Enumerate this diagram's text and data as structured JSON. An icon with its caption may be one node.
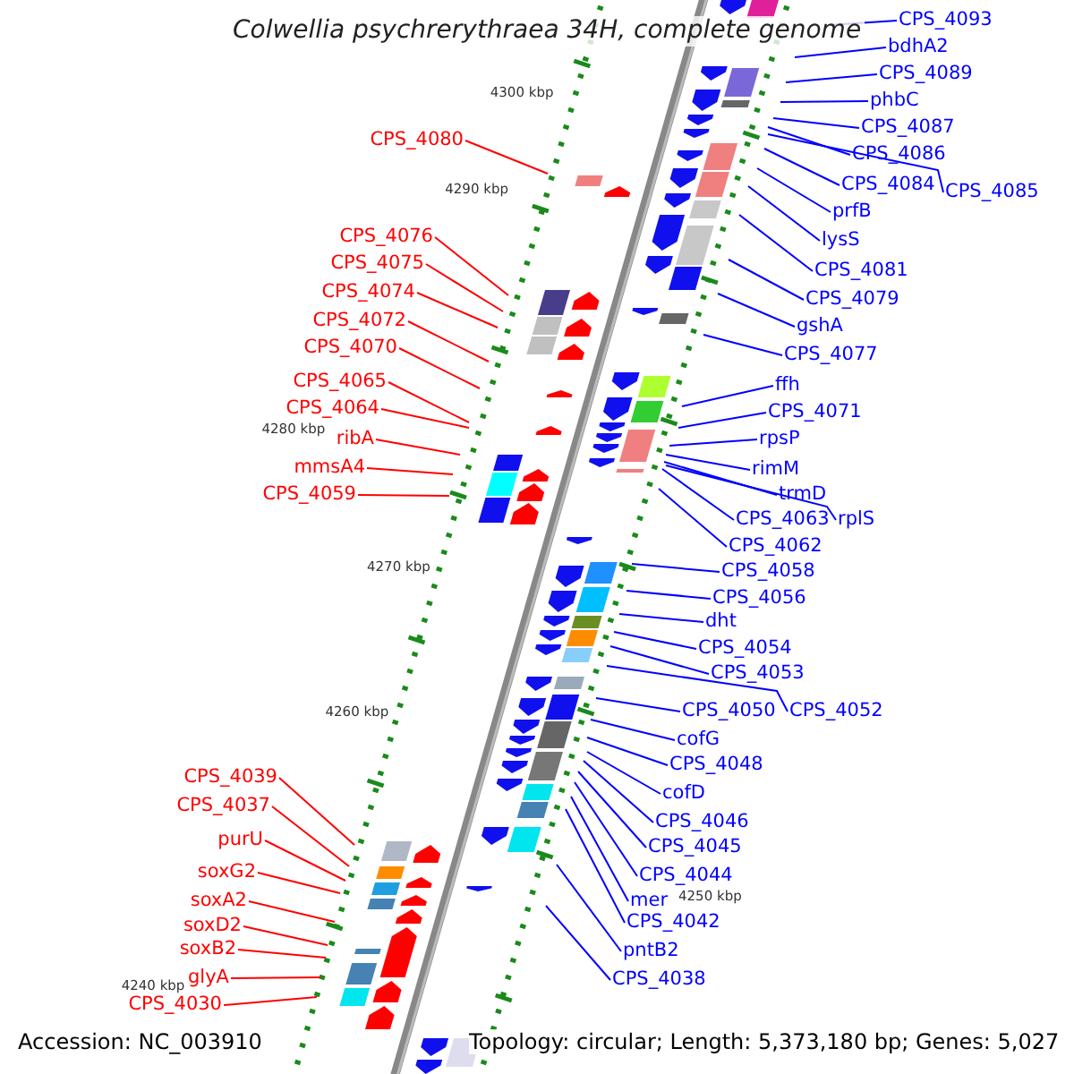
{
  "diagram": {
    "title": "Colwellia psychrerythraea 34H, complete genome",
    "nodes": [
      {
        "text": [
          "CPS_4080"
        ]
      },
      {
        "text": [
          "CPS_4076"
        ]
      },
      {
        "text": [
          "CPS_4075"
        ]
      },
      {
        "text": [
          "CPS_4074"
        ]
      },
      {
        "text": [
          "CPS_4072"
        ]
      },
      {
        "text": [
          "CPS_4070"
        ]
      },
      {
        "text": [
          "CPS_4065"
        ]
      },
      {
        "text": [
          "CPS_4064"
        ]
      },
      {
        "text": [
          "ribA"
        ]
      },
      {
        "text": [
          "mmsA4"
        ]
      },
      {
        "text": [
          "CPS_4059"
        ]
      },
      {
        "text": [
          "CPS_4039"
        ]
      },
      {
        "text": [
          "CPS_4037"
        ]
      },
      {
        "text": [
          "purU"
        ]
      },
      {
        "text": [
          "soxG2"
        ]
      },
      {
        "text": [
          "soxA2"
        ]
      },
      {
        "text": [
          "soxD2"
        ]
      },
      {
        "text": [
          "soxB2"
        ]
      },
      {
        "text": [
          "glyA"
        ]
      },
      {
        "text": [
          "CPS_4030"
        ]
      },
      {
        "text": [
          "CPS_4093"
        ]
      },
      {
        "text": [
          "bdhA2"
        ]
      },
      {
        "text": [
          "CPS_4089"
        ]
      },
      {
        "text": [
          "phbC"
        ]
      },
      {
        "text": [
          "CPS_4087"
        ]
      },
      {
        "text": [
          "CPS_4086"
        ]
      },
      {
        "text": [
          "CPS_4084"
        ]
      },
      {
        "text": [
          "CPS_4085"
        ]
      },
      {
        "text": [
          "prfB"
        ]
      },
      {
        "text": [
          "lysS"
        ]
      },
      {
        "text": [
          "CPS_4081"
        ]
      },
      {
        "text": [
          "CPS_4079"
        ]
      },
      {
        "text": [
          "gshA"
        ]
      },
      {
        "text": [
          "CPS_4077"
        ]
      },
      {
        "text": [
          "ffh"
        ]
      },
      {
        "text": [
          "CPS_4071"
        ]
      },
      {
        "text": [
          "rpsP"
        ]
      },
      {
        "text": [
          "rimM"
        ]
      },
      {
        "text": [
          "trmD"
        ]
      },
      {
        "text": [
          "CPS_4063"
        ]
      },
      {
        "text": [
          "rplS"
        ]
      },
      {
        "text": [
          "CPS_4062"
        ]
      },
      {
        "text": [
          "CPS_4058"
        ]
      },
      {
        "text": [
          "CPS_4056"
        ]
      },
      {
        "text": [
          "dht"
        ]
      },
      {
        "text": [
          "CPS_4054"
        ]
      },
      {
        "text": [
          "CPS_4053"
        ]
      },
      {
        "text": [
          "CPS_4050"
        ]
      },
      {
        "text": [
          "CPS_4052"
        ]
      },
      {
        "text": [
          "cofG"
        ]
      },
      {
        "text": [
          "CPS_4048"
        ]
      },
      {
        "text": [
          "cofD"
        ]
      },
      {
        "text": [
          "CPS_4046"
        ]
      },
      {
        "text": [
          "CPS_4045"
        ]
      },
      {
        "text": [
          "CPS_4044"
        ]
      },
      {
        "text": [
          "mer"
        ]
      },
      {
        "text": [
          "CPS_4042"
        ]
      },
      {
        "text": [
          "pntB2"
        ]
      },
      {
        "text": [
          "CPS_4038"
        ]
      }
    ],
    "edges": [
      {
        "from": 0,
        "to": null,
        "arrow": "none",
        "color": "#ff0000"
      },
      {
        "from": 1,
        "to": null,
        "arrow": "none",
        "color": "#ff0000"
      },
      {
        "from": 2,
        "to": null,
        "arrow": "none",
        "color": "#ff0000"
      },
      {
        "from": 3,
        "to": null,
        "arrow": "none",
        "color": "#ff0000"
      },
      {
        "from": 4,
        "to": null,
        "arrow": "none",
        "color": "#ff0000"
      },
      {
        "from": 5,
        "to": null,
        "arrow": "none",
        "color": "#ff0000"
      },
      {
        "from": 6,
        "to": null,
        "arrow": "none",
        "color": "#ff0000"
      },
      {
        "from": 7,
        "to": null,
        "arrow": "none",
        "color": "#ff0000"
      },
      {
        "from": 8,
        "to": null,
        "arrow": "none",
        "color": "#ff0000"
      },
      {
        "from": 9,
        "to": null,
        "arrow": "none",
        "color": "#ff0000"
      },
      {
        "from": 10,
        "to": null,
        "arrow": "none",
        "color": "#ff0000"
      },
      {
        "from": 11,
        "to": null,
        "arrow": "none",
        "color": "#ff0000"
      },
      {
        "from": 12,
        "to": null,
        "arrow": "none",
        "color": "#ff0000"
      },
      {
        "from": 13,
        "to": null,
        "arrow": "none",
        "color": "#ff0000"
      },
      {
        "from": 14,
        "to": null,
        "arrow": "none",
        "color": "#ff0000"
      },
      {
        "from": 15,
        "to": null,
        "arrow": "none",
        "color": "#ff0000"
      },
      {
        "from": 16,
        "to": null,
        "arrow": "none",
        "color": "#ff0000"
      },
      {
        "from": 17,
        "to": null,
        "arrow": "none",
        "color": "#ff0000"
      },
      {
        "from": 18,
        "to": null,
        "arrow": "none",
        "color": "#ff0000"
      },
      {
        "from": 19,
        "to": null,
        "arrow": "none",
        "color": "#ff0000"
      },
      {
        "from": 20,
        "to": null,
        "arrow": "none"
      },
      {
        "from": 21,
        "to": null,
        "arrow": "none"
      },
      {
        "from": 22,
        "to": null,
        "arrow": "none"
      },
      {
        "from": 23,
        "to": null,
        "arrow": "none"
      },
      {
        "from": 24,
        "to": null,
        "arrow": "none"
      },
      {
        "from": 25,
        "to": null,
        "arrow": "none"
      },
      {
        "from": 26,
        "to": null,
        "arrow": "none"
      },
      {
        "from": 27,
        "to": null,
        "arrow": "none"
      },
      {
        "from": 28,
        "to": null,
        "arrow": "none"
      },
      {
        "from": 29,
        "to": null,
        "arrow": "none"
      },
      {
        "from": 30,
        "to": null,
        "arrow": "none"
      },
      {
        "from": 31,
        "to": null,
        "arrow": "none"
      },
      {
        "from": 32,
        "to": null,
        "arrow": "none"
      },
      {
        "from": 33,
        "to": null,
        "arrow": "none"
      },
      {
        "from": 34,
        "to": null,
        "arrow": "none"
      },
      {
        "from": 35,
        "to": null,
        "arrow": "none"
      },
      {
        "from": 36,
        "to": null,
        "arrow": "none"
      },
      {
        "from": 37,
        "to": null,
        "arrow": "none"
      },
      {
        "from": 38,
        "to": null,
        "arrow": "none"
      },
      {
        "from": 39,
        "to": null,
        "arrow": "none"
      },
      {
        "from": 40,
        "to": null,
        "arrow": "none"
      },
      {
        "from": 41,
        "to": null,
        "arrow": "none"
      },
      {
        "from": 42,
        "to": null,
        "arrow": "none"
      },
      {
        "from": 43,
        "to": null,
        "arrow": "none"
      },
      {
        "from": 44,
        "to": null,
        "arrow": "none"
      },
      {
        "from": 45,
        "to": null,
        "arrow": "none"
      },
      {
        "from": 46,
        "to": null,
        "arrow": "none"
      },
      {
        "from": 47,
        "to": null,
        "arrow": "none"
      },
      {
        "from": 48,
        "to": null,
        "arrow": "none"
      },
      {
        "from": 49,
        "to": null,
        "arrow": "none"
      },
      {
        "from": 50,
        "to": null,
        "arrow": "none"
      },
      {
        "from": 51,
        "to": null,
        "arrow": "none"
      },
      {
        "from": 52,
        "to": null,
        "arrow": "none"
      },
      {
        "from": 53,
        "to": null,
        "arrow": "none"
      },
      {
        "from": 54,
        "to": null,
        "arrow": "none"
      },
      {
        "from": 55,
        "to": null,
        "arrow": "none"
      },
      {
        "from": 56,
        "to": null,
        "arrow": "none"
      },
      {
        "from": 57,
        "to": null,
        "arrow": "none"
      },
      {
        "from": 58,
        "to": null,
        "arrow": "none"
      }
    ],
    "labels": [
      "4300 kbp",
      "4290 kbp",
      "4280 kbp",
      "4270 kbp",
      "4260 kbp",
      "4250 kbp",
      "4240 kbp",
      "Accession: NC_003910",
      "Topology: circular; Length: 5,373,180 bp; Genes: 5,027"
    ]
  }
}
